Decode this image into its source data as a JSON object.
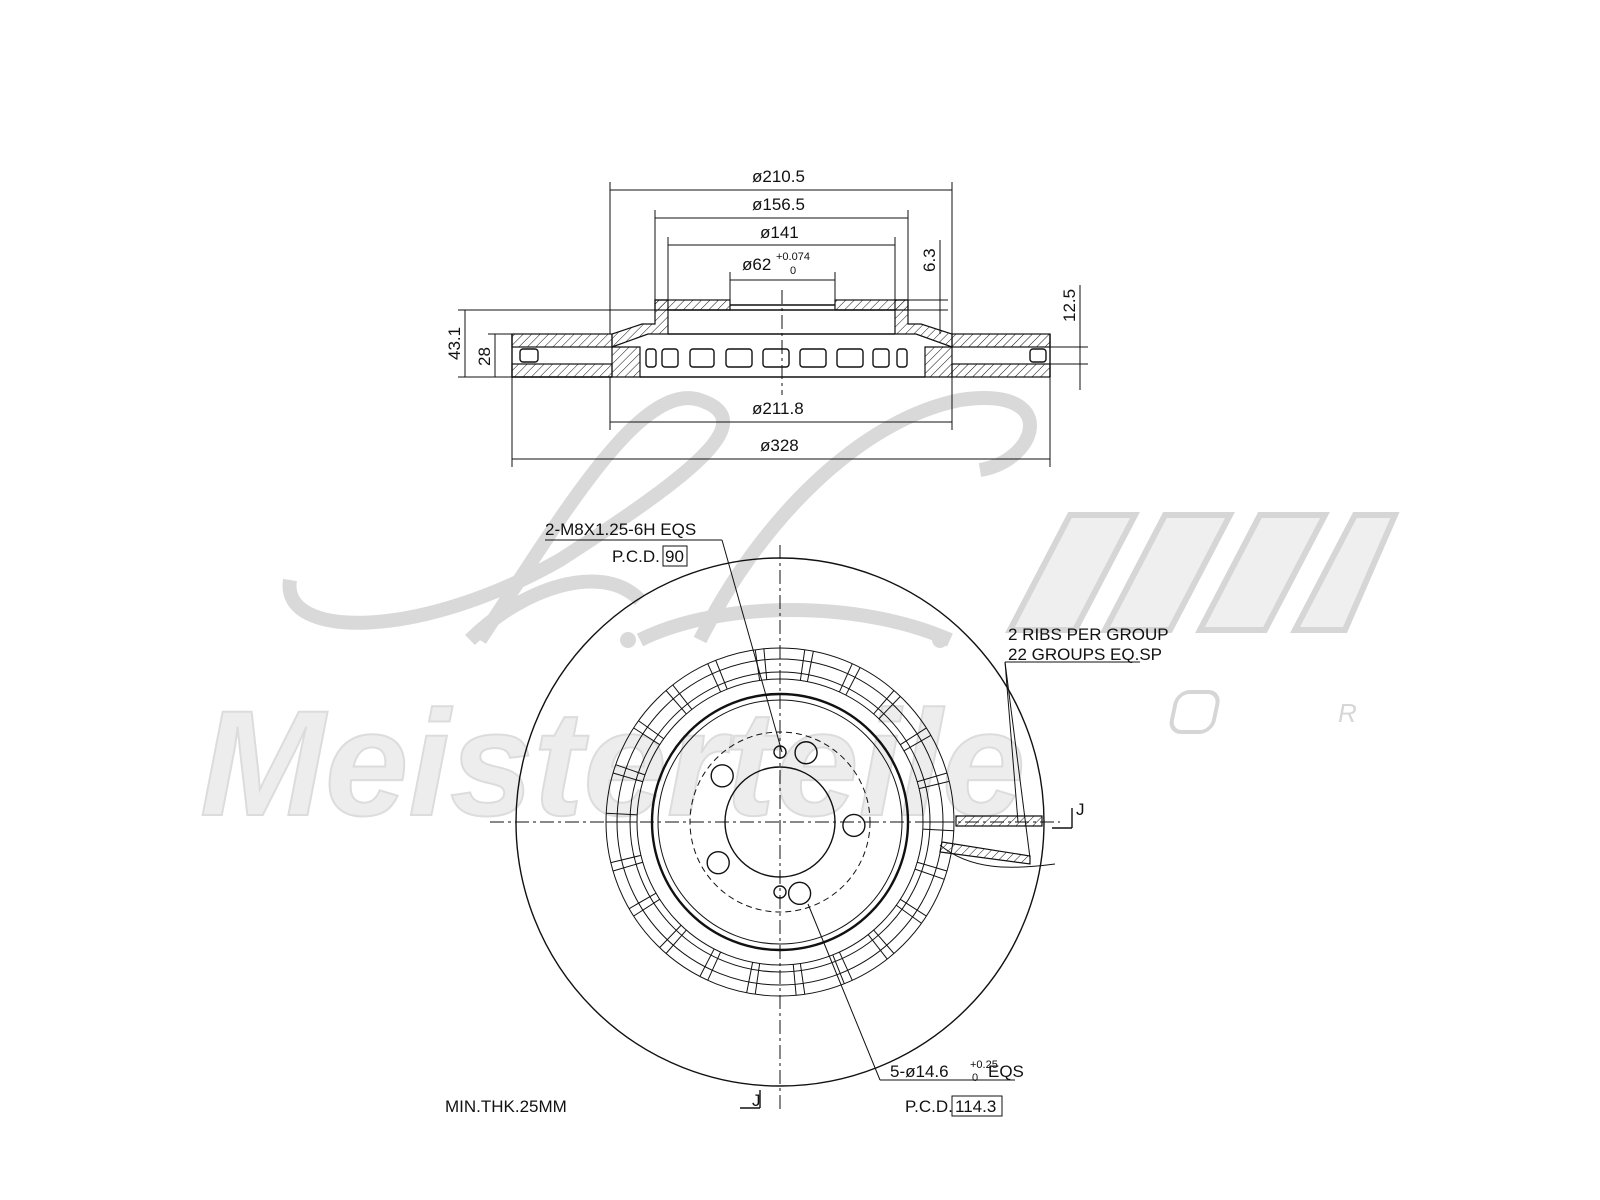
{
  "watermark": {
    "brand_text": "Meisterteile",
    "logo_letters": "A.L.",
    "registered_mark": "R"
  },
  "section_view": {
    "dims": {
      "d_outer_top": "ø210.5",
      "d_hat_top": "ø156.5",
      "d_hat_inner": "ø141",
      "d_bore": "ø62",
      "d_bore_tol_upper": "+0.074",
      "d_bore_tol_lower": "0",
      "d_vent_inner": "ø211.8",
      "d_disc": "ø328",
      "height_total": "43.1",
      "thickness": "28",
      "hat_wall": "6.3",
      "offset": "12.5"
    }
  },
  "plan_view": {
    "thread_callout": "2-M8X1.25-6H EQS",
    "thread_pcd_label": "P.C.D.",
    "thread_pcd_value": "90",
    "ribs_line1": "2 RIBS PER GROUP",
    "ribs_line2": "22 GROUPS EQ.SP",
    "bolt_callout_prefix": "5-ø14.6",
    "bolt_tol_upper": "+0.25",
    "bolt_tol_lower": "0",
    "bolt_callout_suffix": "EQS",
    "bolt_pcd_label": "P.C.D.",
    "bolt_pcd_value": "114.3",
    "section_marker_top": "J",
    "section_marker_bottom": "J"
  },
  "notes": {
    "min_thickness": "MIN.THK.25MM"
  }
}
